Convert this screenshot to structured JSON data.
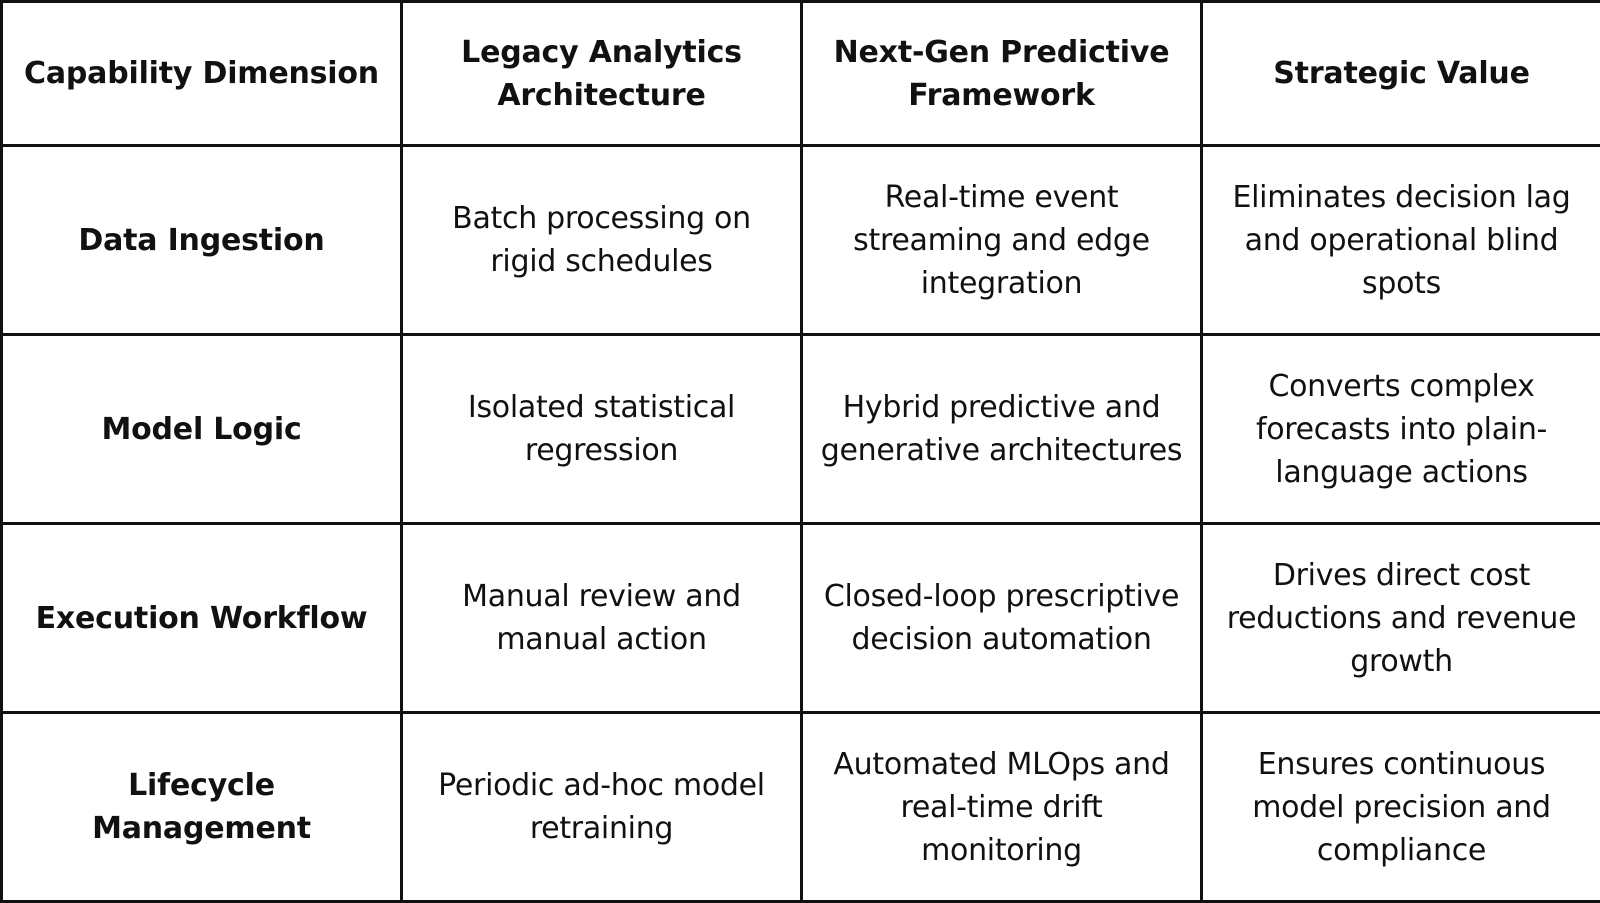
{
  "table": {
    "headers": [
      "Capability Dimension",
      "Legacy Analytics Architecture",
      "Next-Gen Predictive Framework",
      "Strategic Value"
    ],
    "rows": [
      {
        "dimension": "Data Ingestion",
        "legacy": "Batch processing on rigid schedules",
        "nextgen": "Real-time event streaming and edge integration",
        "value": "Eliminates decision lag and operational blind spots"
      },
      {
        "dimension": "Model Logic",
        "legacy": "Isolated statistical regression",
        "nextgen": "Hybrid predictive and generative architectures",
        "value": "Converts complex forecasts into plain-language actions"
      },
      {
        "dimension": "Execution Workflow",
        "legacy": "Manual review and manual action",
        "nextgen": "Closed-loop prescriptive decision automation",
        "value": "Drives direct cost reductions and revenue growth"
      },
      {
        "dimension": "Lifecycle Management",
        "legacy": "Periodic ad-hoc model retraining",
        "nextgen": "Automated MLOps and real-time drift monitoring",
        "value": "Ensures continuous model precision and compliance"
      }
    ]
  }
}
